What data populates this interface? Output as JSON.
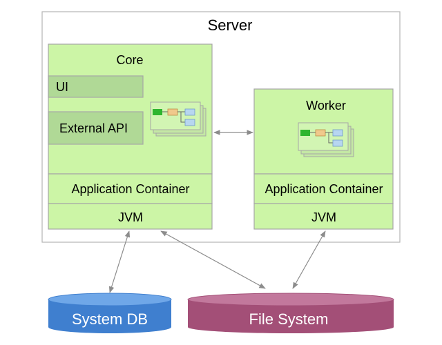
{
  "server": {
    "title": "Server"
  },
  "core": {
    "title": "Core",
    "ui_label": "UI",
    "api_label": "External API",
    "container_label": "Application Container",
    "jvm_label": "JVM"
  },
  "worker": {
    "title": "Worker",
    "container_label": "Application Container",
    "jvm_label": "JVM"
  },
  "storage": {
    "system_db_label": "System DB",
    "file_system_label": "File System"
  },
  "colors": {
    "component_fill": "#ccf5a6",
    "inner_fill": "#b0d996",
    "system_db": "#3f7fcf",
    "file_system": "#a34f77",
    "border": "#a6a6a6",
    "connector": "#8c8c8c"
  }
}
